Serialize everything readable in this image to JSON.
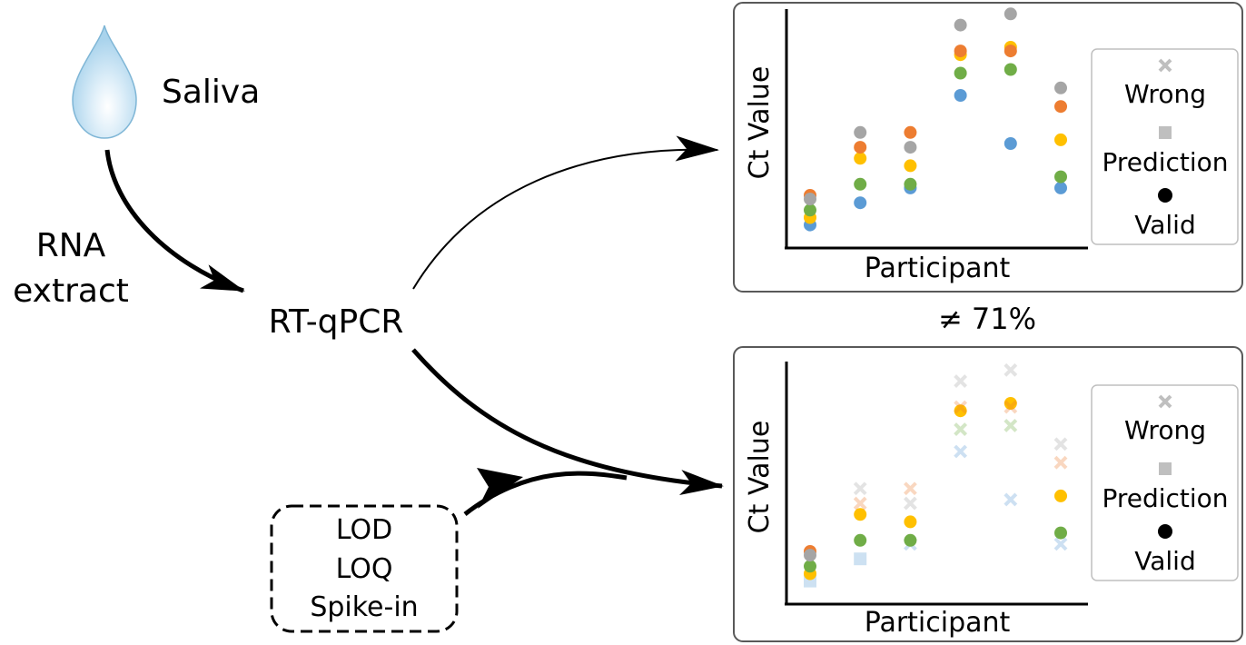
{
  "labels": {
    "saliva": "Saliva",
    "rna_line1": "RNA",
    "rna_line2": "extract",
    "rtqpcr": "RT-qPCR",
    "box": [
      "LOD",
      "LOQ",
      "Spike-in"
    ],
    "neq": "≠ 71%"
  },
  "colors": {
    "blue": "#5b9bd5",
    "green": "#70ad47",
    "yellow": "#ffc000",
    "orange": "#ed7d31",
    "gray": "#a5a5a5",
    "legend_marker": "#bfbfbf",
    "drop_edge": "#7fb6d6"
  },
  "chart_data": [
    {
      "type": "scatter",
      "xlabel": "Participant",
      "ylabel": "Ct Value",
      "legend": [
        "Wrong",
        "Prediction",
        "Valid"
      ],
      "legend_icons": [
        "cross-icon",
        "square-icon",
        "circle-icon"
      ],
      "grid": false,
      "x": [
        1,
        2,
        3,
        4,
        5,
        6
      ],
      "series": [
        {
          "color": "blue",
          "values": [
            2.5,
            5.5,
            7.5,
            20.0,
            13.5,
            7.5
          ],
          "marker": [
            "circle",
            "circle",
            "circle",
            "circle",
            "circle",
            "circle"
          ]
        },
        {
          "color": "yellow",
          "values": [
            3.5,
            11.5,
            10.5,
            25.5,
            26.5,
            14.0
          ],
          "marker": [
            "circle",
            "circle",
            "circle",
            "circle",
            "circle",
            "circle"
          ]
        },
        {
          "color": "green",
          "values": [
            4.5,
            8.0,
            8.0,
            23.0,
            23.5,
            9.0
          ],
          "marker": [
            "circle",
            "circle",
            "circle",
            "circle",
            "circle",
            "circle"
          ]
        },
        {
          "color": "orange",
          "values": [
            6.5,
            13.0,
            15.0,
            26.0,
            26.0,
            18.5
          ],
          "marker": [
            "circle",
            "circle",
            "circle",
            "circle",
            "circle",
            "circle"
          ]
        },
        {
          "color": "gray",
          "values": [
            6.0,
            15.0,
            13.0,
            29.5,
            31.0,
            21.0
          ],
          "marker": [
            "circle",
            "circle",
            "circle",
            "circle",
            "circle",
            "circle"
          ]
        }
      ]
    },
    {
      "type": "scatter",
      "xlabel": "Participant",
      "ylabel": "Ct Value",
      "legend": [
        "Wrong",
        "Prediction",
        "Valid"
      ],
      "legend_icons": [
        "cross-icon",
        "square-icon",
        "circle-icon"
      ],
      "grid": false,
      "x": [
        1,
        2,
        3,
        4,
        5,
        6
      ],
      "series": [
        {
          "color": "blue",
          "values": [
            2.5,
            5.5,
            7.5,
            20.0,
            13.5,
            7.5
          ],
          "marker": [
            "square",
            "square",
            "cross",
            "cross",
            "cross",
            "cross"
          ]
        },
        {
          "color": "yellow",
          "values": [
            3.5,
            11.5,
            10.5,
            25.5,
            26.5,
            14.0
          ],
          "marker": [
            "circle",
            "circle",
            "circle",
            "circle",
            "circle",
            "circle"
          ]
        },
        {
          "color": "green",
          "values": [
            4.5,
            8.0,
            8.0,
            23.0,
            23.5,
            9.0
          ],
          "marker": [
            "circle",
            "circle",
            "circle",
            "cross",
            "cross",
            "circle"
          ]
        },
        {
          "color": "orange",
          "values": [
            6.5,
            13.0,
            15.0,
            26.0,
            26.0,
            18.5
          ],
          "marker": [
            "circle",
            "cross",
            "cross",
            "cross",
            "cross",
            "cross"
          ]
        },
        {
          "color": "gray",
          "values": [
            6.0,
            15.0,
            13.0,
            29.5,
            31.0,
            21.0
          ],
          "marker": [
            "circle",
            "cross",
            "cross",
            "cross",
            "cross",
            "cross"
          ]
        }
      ]
    }
  ]
}
